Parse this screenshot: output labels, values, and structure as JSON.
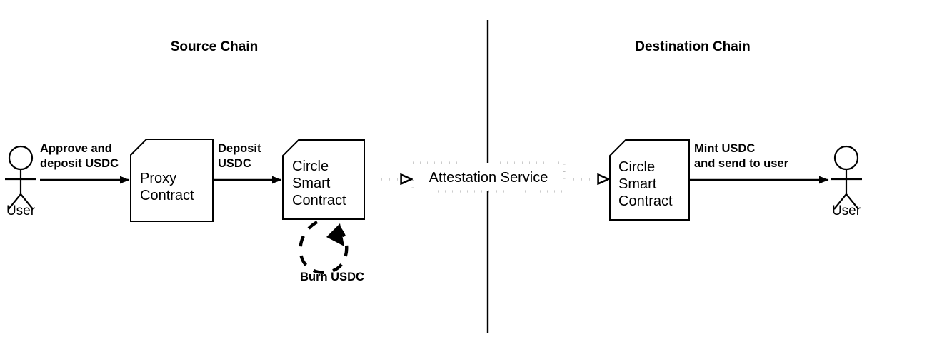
{
  "diagram": {
    "title_left": "Source Chain",
    "title_right": "Destination Chain",
    "colors": {
      "stroke": "#000000",
      "background": "#ffffff",
      "text": "#000000"
    },
    "actors": [
      {
        "id": "user-left",
        "label": "User"
      },
      {
        "id": "user-right",
        "label": "User"
      }
    ],
    "nodes": [
      {
        "id": "proxy-contract",
        "label_line1": "Proxy",
        "label_line2": "Contract",
        "label_line3": "",
        "shape": "note"
      },
      {
        "id": "circle-smart-contract-source",
        "label_line1": "Circle",
        "label_line2": "Smart",
        "label_line3": "Contract",
        "shape": "note"
      },
      {
        "id": "attestation-service",
        "label_line1": "Attestation Service",
        "shape": "dotted-rect"
      },
      {
        "id": "circle-smart-contract-destination",
        "label_line1": "Circle",
        "label_line2": "Smart",
        "label_line3": "Contract",
        "shape": "note"
      }
    ],
    "edges": [
      {
        "id": "approve-deposit",
        "label_line1": "Approve and",
        "label_line2": "deposit USDC",
        "style": "solid",
        "arrow": "filled"
      },
      {
        "id": "deposit",
        "label_line1": "Deposit",
        "label_line2": "USDC",
        "style": "solid",
        "arrow": "filled"
      },
      {
        "id": "to-attestation",
        "label_line1": "",
        "style": "dotted",
        "arrow": "open"
      },
      {
        "id": "from-attestation",
        "label_line1": "",
        "style": "dotted",
        "arrow": "open"
      },
      {
        "id": "burn",
        "label_line1": "Burn USDC",
        "style": "dashed-loop",
        "arrow": "filled"
      },
      {
        "id": "mint-send",
        "label_line1": "Mint USDC",
        "label_line2": "and send to user",
        "style": "solid",
        "arrow": "filled"
      }
    ],
    "divider": {
      "id": "chain-divider",
      "orientation": "vertical"
    }
  }
}
